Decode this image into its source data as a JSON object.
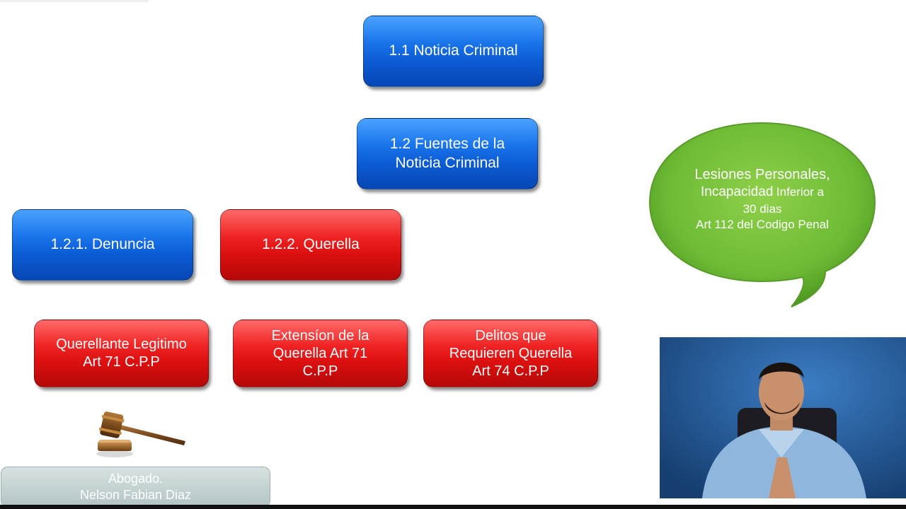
{
  "nodes": {
    "noticia_criminal": "1.1 Noticia Criminal",
    "fuentes": "1.2 Fuentes de la\nNoticia Criminal",
    "denuncia": "1.2.1. Denuncia",
    "querella": "1.2.2. Querella",
    "querellante": "Querellante Legitimo\nArt 71 C.P.P",
    "extension": "Extensíon de la\nQuerella Art 71\nC.P.P",
    "delitos": "Delitos que\nRequieren Querella\nArt 74 C.P.P"
  },
  "bubble": {
    "line1": "Lesiones Personales,",
    "line2_a": "Incapacidad",
    "line2_b": "Inferior a",
    "line3": "30 dias",
    "line4": "Art 112 del Codigo Penal"
  },
  "footer": {
    "line1": "Abogado.",
    "line2": "Nelson Fabian Diaz"
  },
  "colors": {
    "blue": "#0d5dd6",
    "red": "#dd1010",
    "bubble_green": "#6dbb35"
  },
  "icons": {
    "gavel": "gavel-icon"
  }
}
